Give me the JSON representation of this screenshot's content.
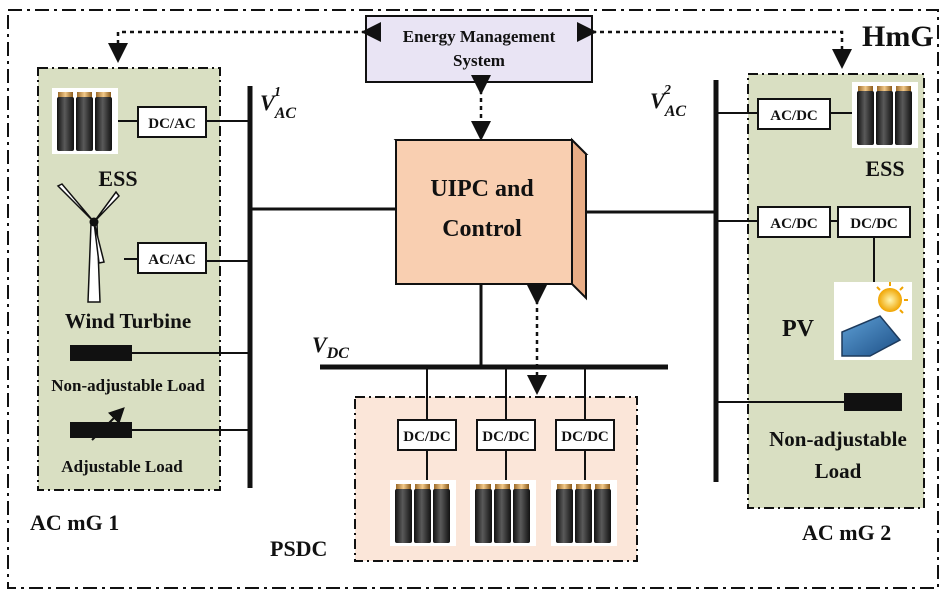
{
  "system_label": "HmG",
  "ems": {
    "line1": "Energy Management",
    "line2": "System"
  },
  "uipc": {
    "line1": "UIPC and",
    "line2": "Control"
  },
  "buses": {
    "vac1": {
      "base": "V",
      "sub": "AC",
      "sup": "1"
    },
    "vac2": {
      "base": "V",
      "sub": "AC",
      "sup": "2"
    },
    "vdc": {
      "base": "V",
      "sub": "DC"
    }
  },
  "mg1": {
    "title": "AC mG 1",
    "ess_label": "ESS",
    "ess_converter": "DC/AC",
    "wind_label": "Wind Turbine",
    "wind_converter": "AC/AC",
    "nonadj_label": "Non-adjustable Load",
    "adj_label": "Adjustable Load"
  },
  "mg2": {
    "title": "AC mG 2",
    "ess_label": "ESS",
    "ess_converter": "AC/DC",
    "pv_converter1": "AC/DC",
    "pv_converter2": "DC/DC",
    "pv_label": "PV",
    "load_line1": "Non-adjustable",
    "load_line2": "Load"
  },
  "psdc": {
    "title": "PSDC",
    "converters": [
      "DC/DC",
      "DC/DC",
      "DC/DC"
    ]
  },
  "colors": {
    "mg_fill": "#d9dfc2",
    "psdc_fill": "#fbe6d9",
    "ems_fill": "#e9e4f4",
    "uipc_front": "#f9cfb1",
    "uipc_side": "#e9ad86"
  }
}
